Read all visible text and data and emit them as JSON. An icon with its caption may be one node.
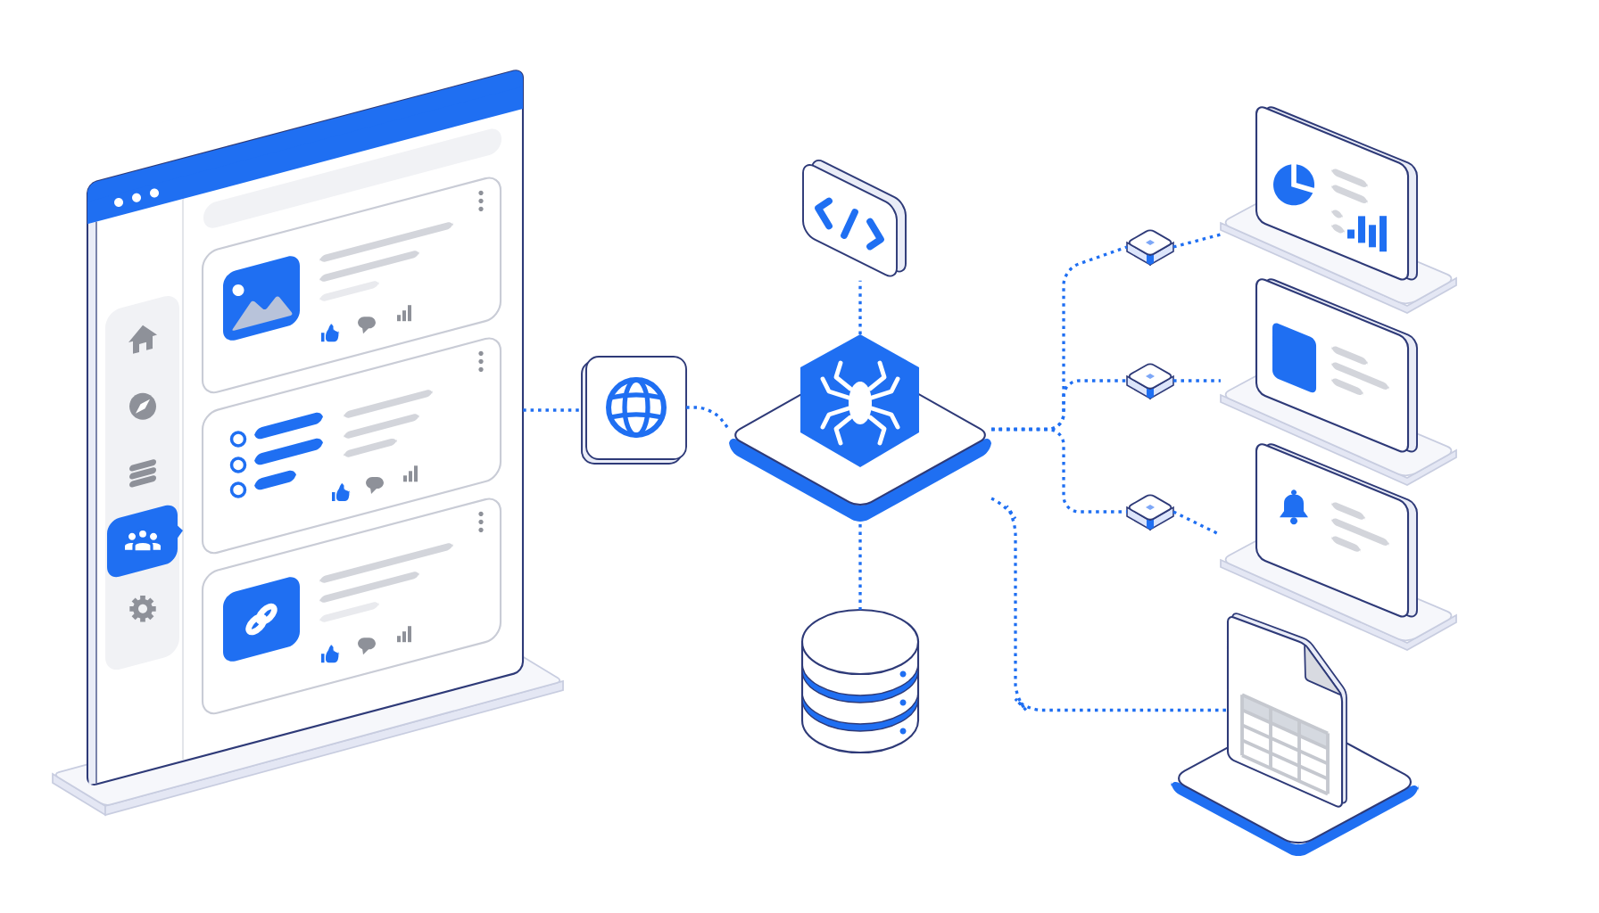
{
  "diagram": {
    "nodes": [
      {
        "text": [],
        "shape": "picture"
      },
      {
        "text": [],
        "shape": "box"
      },
      {
        "text": [],
        "shape": "box"
      },
      {
        "text": [],
        "shape": "picture"
      },
      {
        "text": [],
        "shape": "cylinder"
      },
      {
        "text": [],
        "shape": "box"
      },
      {
        "text": [],
        "shape": "box"
      },
      {
        "text": [],
        "shape": "box"
      },
      {
        "text": [],
        "shape": "box"
      },
      {
        "text": [],
        "shape": "box"
      },
      {
        "text": [],
        "shape": "box"
      },
      {
        "text": [],
        "shape": "picture"
      }
    ],
    "edges": [
      {
        "from": 0,
        "to": 1,
        "arrow": "none"
      },
      {
        "from": 1,
        "to": 3,
        "arrow": "none"
      },
      {
        "from": 3,
        "to": 2,
        "arrow": "none"
      },
      {
        "from": 3,
        "to": 4,
        "arrow": "none"
      },
      {
        "from": 3,
        "to": 5,
        "arrow": "none"
      },
      {
        "from": 3,
        "to": 6,
        "arrow": "none"
      },
      {
        "from": 3,
        "to": 7,
        "arrow": "none"
      },
      {
        "from": 5,
        "to": 8,
        "arrow": "none"
      },
      {
        "from": 6,
        "to": 9,
        "arrow": "none"
      },
      {
        "from": 7,
        "to": 10,
        "arrow": "none"
      },
      {
        "from": 3,
        "to": 11,
        "arrow": "none"
      }
    ]
  }
}
